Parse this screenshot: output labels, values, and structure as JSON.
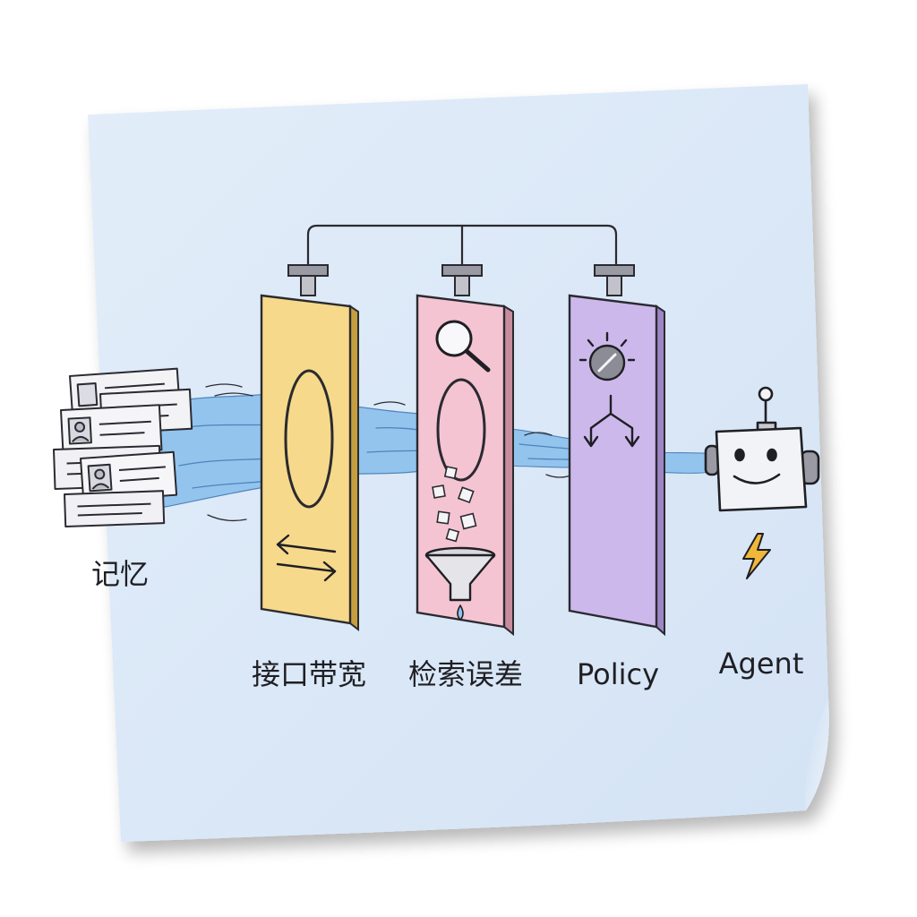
{
  "labels": {
    "memory": "记忆",
    "interface_bandwidth": "接口带宽",
    "retrieval_error": "检索误差",
    "policy": "Policy",
    "agent": "Agent"
  },
  "colors": {
    "note": "#dce9f8",
    "panel_bandwidth": "#f6d98a",
    "panel_retrieval": "#f4c4d2",
    "panel_policy": "#cdb8ec",
    "stream": "#8fc3ee",
    "ink": "#1f1f24",
    "lightning": "#f0b83a"
  },
  "icons": {
    "memory": "stacked-profile-cards-icon",
    "bandwidth": "double-arrow-icon",
    "retrieval": "magnifier-icon",
    "filter": "funnel-icon",
    "policy": "dial-knob-icon",
    "branch": "branch-arrows-icon",
    "agent": "robot-head-icon",
    "power": "lightning-icon"
  }
}
